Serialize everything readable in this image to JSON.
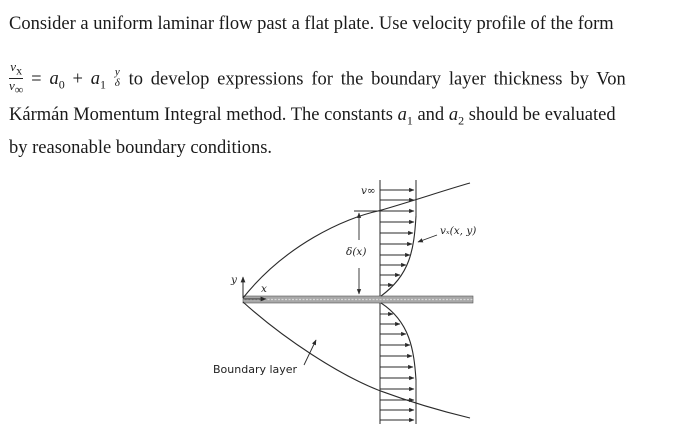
{
  "problem": {
    "line1": "Consider a uniform laminar flow past a flat plate. Use velocity profile of the form",
    "line2": {
      "frac_num": "vx",
      "frac_num_var": "v",
      "frac_num_sub": "x",
      "frac_den_var": "v",
      "frac_den_sub": "∞",
      "equals": "=",
      "a0_var": "a",
      "a0_sub": "0",
      "plus": "+",
      "a1_var": "a",
      "a1_sub": "1",
      "ratio_num": "y",
      "ratio_den": "δ",
      "rest": "to develop expressions for the boundary layer thickness by Von"
    },
    "line3": {
      "before": "Kármán Momentum Integral method. The constants ",
      "c1_var": "a",
      "c1_sub": "1",
      "mid": " and ",
      "c2_var": "a",
      "c2_sub": "2",
      "after": " should be evaluated"
    },
    "line4": "by reasonable boundary conditions."
  },
  "figure": {
    "labels": {
      "v_inf": "v∞",
      "vx_xy": "vₓ(x, y)",
      "delta_x": "δ(x)",
      "y_axis": "y",
      "x_axis": "x",
      "boundary_layer": "Boundary layer"
    },
    "colors": {
      "ink": "#2a2a2a",
      "plate": "#9a9a9a"
    }
  }
}
